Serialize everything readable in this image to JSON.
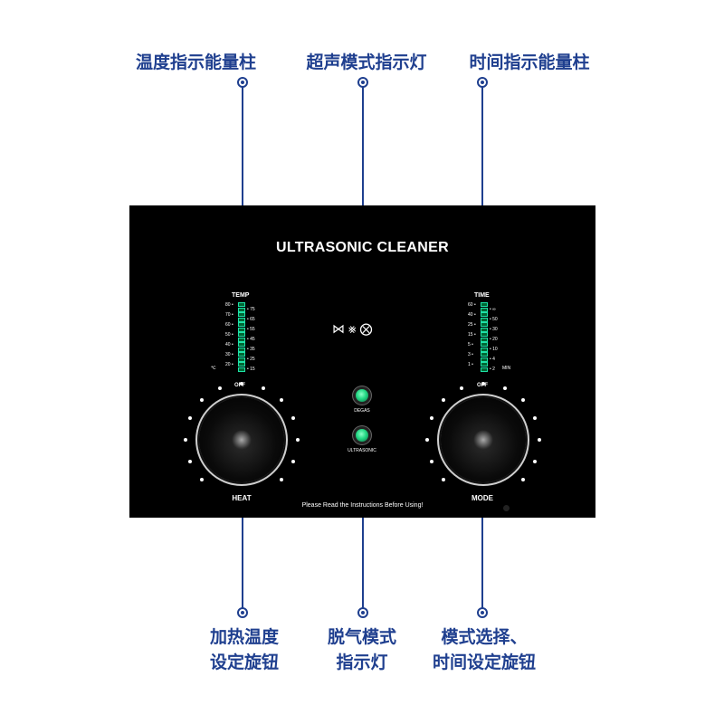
{
  "callouts": {
    "temp_bar": "温度指示能量柱",
    "ultrasonic_led": "超声模式指示灯",
    "time_bar": "时间指示能量柱",
    "heat_knob_line1": "加热温度",
    "heat_knob_line2": "设定旋钮",
    "degas_led_line1": "脱气模式",
    "degas_led_line2": "指示灯",
    "mode_knob_line1": "模式选择、",
    "mode_knob_line2": "时间设定旋钮"
  },
  "panel": {
    "title": "ULTRASONIC CLEANER",
    "temp_label": "TEMP",
    "time_label": "TIME",
    "off_label": "OFF",
    "temp_unit": "℃",
    "time_unit": "MIN",
    "temp_left_ticks": [
      "80",
      "70",
      "60",
      "50",
      "40",
      "30",
      "20"
    ],
    "temp_right_ticks": [
      "75",
      "65",
      "55",
      "45",
      "35",
      "25",
      "15"
    ],
    "time_left_ticks": [
      "60",
      "40",
      "25",
      "15",
      "5",
      "3",
      "1"
    ],
    "time_right_ticks": [
      "∞",
      "50",
      "30",
      "20",
      "10",
      "4",
      "2"
    ],
    "care_icons": "⋈ ⨳ ⨂",
    "degas_label": "DEGAS",
    "ultrasonic_label": "ULTRASONIC",
    "heat_label": "HEAT",
    "mode_label": "MODE",
    "notice": "Please Read the Instructions Before Using!"
  },
  "colors": {
    "callout_blue": "#1f3f8f",
    "led_green": "#23d884",
    "bar_green": "#1ee3a8"
  }
}
